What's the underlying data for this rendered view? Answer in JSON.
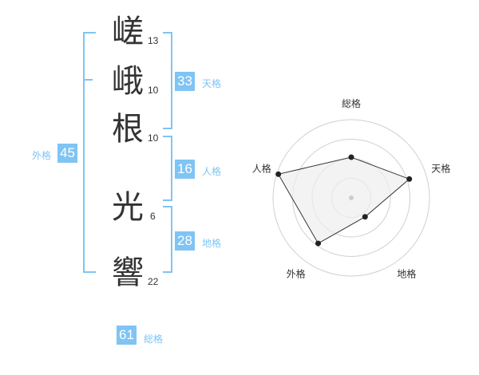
{
  "name": {
    "chars": [
      {
        "char": "嵯",
        "strokes": "13"
      },
      {
        "char": "峨",
        "strokes": "10"
      },
      {
        "char": "根",
        "strokes": "10"
      },
      {
        "char": "光",
        "strokes": "6"
      },
      {
        "char": "響",
        "strokes": "22"
      }
    ]
  },
  "fortune": {
    "tenkaku": {
      "label": "天格",
      "value": "33"
    },
    "jinkaku": {
      "label": "人格",
      "value": "16"
    },
    "chikaku": {
      "label": "地格",
      "value": "28"
    },
    "gaikaku": {
      "label": "外格",
      "value": "45"
    },
    "soukaku": {
      "label": "総格",
      "value": "61"
    }
  },
  "chart_data": {
    "type": "radar",
    "axes": [
      "総格",
      "天格",
      "地格",
      "外格",
      "人格"
    ],
    "values": [
      0.52,
      0.78,
      0.3,
      0.72,
      0.98
    ],
    "rings": 4,
    "max": 1.0,
    "colors": {
      "fill": "#eeeeee",
      "line": "#333333",
      "grid": "#d0d0d0",
      "point": "#222222"
    }
  }
}
